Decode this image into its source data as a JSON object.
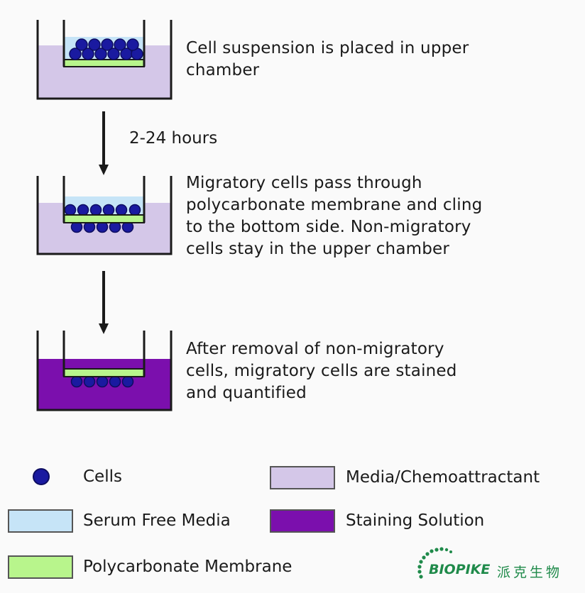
{
  "steps": [
    {
      "lines": [
        "Cell suspension is placed in upper",
        "chamber"
      ]
    },
    {
      "lines": [
        "Migratory cells pass through",
        "polycarbonate membrane and cling",
        "to the bottom side. Non-migratory",
        "cells stay in the upper chamber"
      ]
    },
    {
      "lines": [
        "After removal of non-migratory",
        "cells, migratory cells are stained",
        "and quantified"
      ]
    }
  ],
  "time_label": "2-24 hours",
  "legend": {
    "cells": "Cells",
    "serum_free_media": "Serum Free Media",
    "polycarbonate_membrane": "Polycarbonate Membrane",
    "media_chemoattractant": "Media/Chemoattractant",
    "staining_solution": "Staining Solution"
  },
  "logo": {
    "latin": "BIOPIKE",
    "chinese": "派克生物"
  },
  "colors": {
    "media": "#d4c7e8",
    "serum_free": "#c6e4f7",
    "membrane": "#b8f58c",
    "stain": "#7b0fad",
    "cell": "#1a1aa0",
    "outline": "#1a1a1a",
    "logo_green": "#1f8a4a"
  }
}
